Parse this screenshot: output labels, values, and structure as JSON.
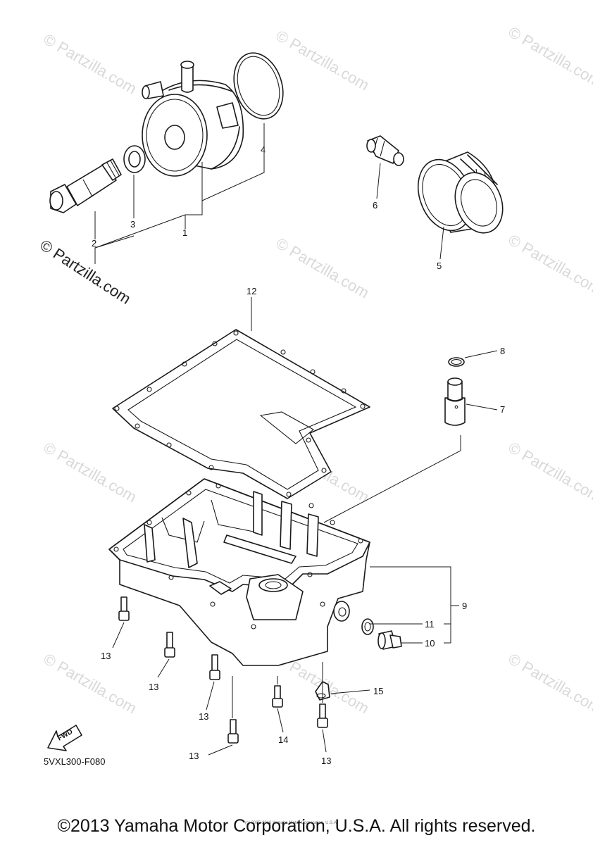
{
  "diagram": {
    "drawing_code": "5VXL300-F080",
    "fwd_label": "FWD",
    "partzilla_watermark": "© Partzilla.com",
    "faint_watermark": "© Partzilla.com",
    "small_notice": "(c) 2005-2016 Yamaha Motor Corporation, U.S.A.",
    "callouts": {
      "c1": "1",
      "c2": "2",
      "c3": "3",
      "c4": "4",
      "c5": "5",
      "c6": "6",
      "c7": "7",
      "c8": "8",
      "c9": "9",
      "c10": "10",
      "c11": "11",
      "c12": "12",
      "c13a": "13",
      "c13b": "13",
      "c13c": "13",
      "c13d": "13",
      "c13e": "13",
      "c14": "14",
      "c15": "15"
    }
  },
  "footer": {
    "copyright": "©2013 Yamaha Motor Corporation, U.S.A. All rights reserved."
  }
}
